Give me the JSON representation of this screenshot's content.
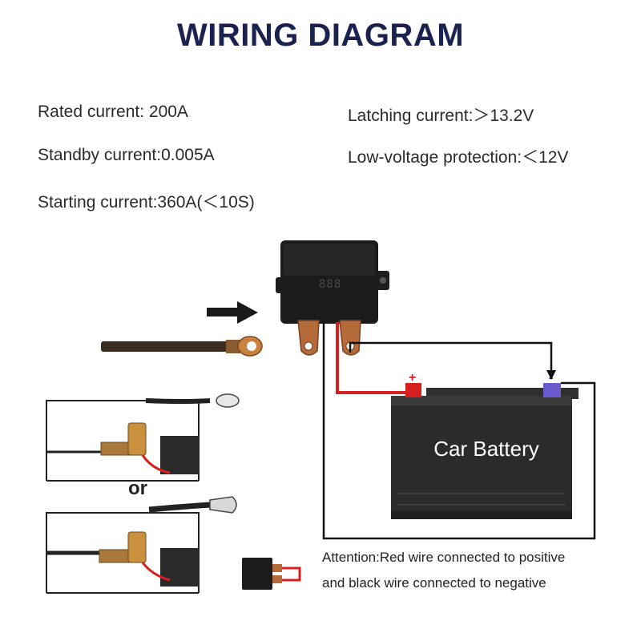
{
  "title": "WIRING DIAGRAM",
  "specs": {
    "rated_current": "Rated current: 200A",
    "standby_current": "Standby current:0.005A",
    "starting_current": "Starting current:360A(＜10S)",
    "latching_current": "Latching current:＞13.2V",
    "low_voltage_protection": "Low-voltage protection:＜12V"
  },
  "device": {
    "display_text": "888"
  },
  "battery": {
    "label": "Car Battery",
    "positive_mark": "+",
    "negative_mark": "-"
  },
  "alternative_label": "or",
  "attention": {
    "line1": "Attention:Red wire connected to positive",
    "line2": "and black wire connected to negative"
  },
  "colors": {
    "title": "#1b2250",
    "red_wire": "#d62020",
    "black_wire": "#111111",
    "battery_body": "#2b2b2b",
    "copper_lug": "#b56a3a",
    "negative_terminal": "#6a5acd"
  }
}
